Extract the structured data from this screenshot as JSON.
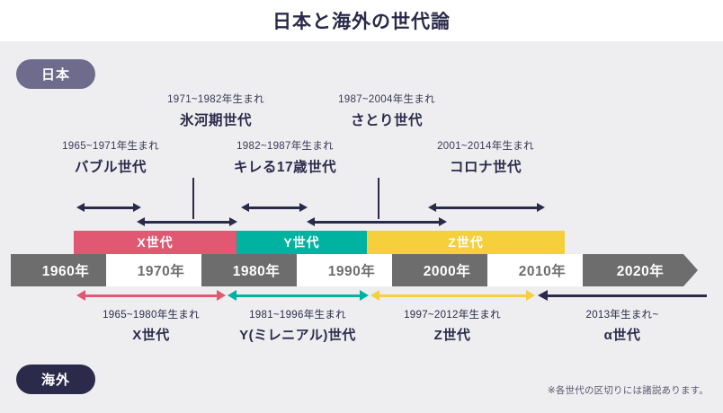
{
  "header": {
    "title": "日本と海外の世代論"
  },
  "colors": {
    "ink": "#2b2a4a",
    "japan_badge": "#6f6b8c",
    "overseas_badge": "#2b2a4a",
    "gen_x": "#e05871",
    "gen_y": "#00b2a0",
    "gen_z": "#f5cf3c",
    "gen_alpha": "#2b2a4a",
    "decade_gray": "#6d6d6d",
    "decade_white": "#ffffff",
    "canvas": "#eeeef0"
  },
  "japan": {
    "badge": "日本",
    "generations": [
      {
        "years": "1965~1971年生まれ",
        "name": "バブル世代"
      },
      {
        "years": "1971~1982年生まれ",
        "name": "氷河期世代"
      },
      {
        "years": "1982~1987年生まれ",
        "name": "キレる17歳世代"
      },
      {
        "years": "1987~2004年生まれ",
        "name": "さとり世代"
      },
      {
        "years": "2001~2014年生まれ",
        "name": "コロナ世代"
      }
    ]
  },
  "generation_bars": [
    {
      "label": "X世代",
      "color": "#e05871"
    },
    {
      "label": "Y世代",
      "color": "#00b2a0"
    },
    {
      "label": "Z世代",
      "color": "#f5cf3c"
    }
  ],
  "timeline": {
    "decades": [
      {
        "label": "1960年",
        "style": "gray"
      },
      {
        "label": "1970年",
        "style": "white"
      },
      {
        "label": "1980年",
        "style": "gray"
      },
      {
        "label": "1990年",
        "style": "white"
      },
      {
        "label": "2000年",
        "style": "gray"
      },
      {
        "label": "2010年",
        "style": "white"
      },
      {
        "label": "2020年",
        "style": "gray"
      }
    ]
  },
  "overseas": {
    "badge": "海外",
    "generations": [
      {
        "years": "1965~1980年生まれ",
        "name": "X世代",
        "color": "#e05871"
      },
      {
        "years": "1981~1996年生まれ",
        "name": "Y(ミレニアル)世代",
        "color": "#00b2a0"
      },
      {
        "years": "1997~2012年生まれ",
        "name": "Z世代",
        "color": "#f5cf3c"
      },
      {
        "years": "2013年生まれ~",
        "name": "α世代",
        "color": "#2b2a4a"
      }
    ]
  },
  "footnote": "※各世代の区切りには諸説あります。"
}
